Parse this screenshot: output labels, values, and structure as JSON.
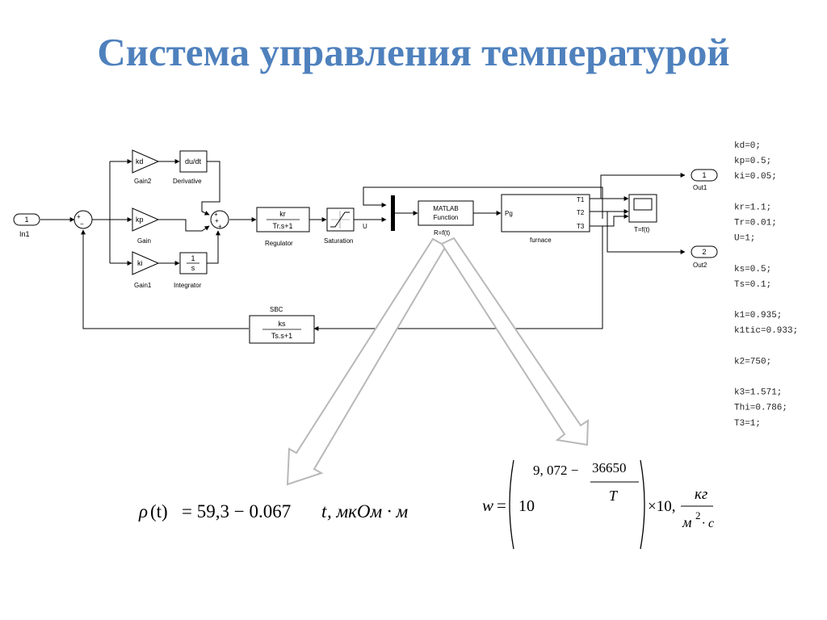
{
  "title": "Система управления температурой",
  "blocks": {
    "in1_port": "1",
    "in1_label": "In1",
    "sum1_plus": "+",
    "sum1_minus": "−",
    "gain2_value": "kd",
    "gain2_label": "Gain2",
    "derivative_value": "du/dt",
    "derivative_label": "Derivative",
    "gain_value": "kp",
    "gain_label": "Gain",
    "gain1_value": "ki",
    "gain1_label": "Gain1",
    "integrator_num": "1",
    "integrator_den": "s",
    "integrator_label": "Integrator",
    "sum2_plus": "+",
    "regulator_num": "kr",
    "regulator_den": "Tr.s+1",
    "regulator_label": "Regulator",
    "saturation_label": "Saturation",
    "u_label": "U",
    "matlab_line1": "MATLAB",
    "matlab_line2": "Function",
    "matlab_label": "R=f(t)",
    "furnace_in": "Pg",
    "furnace_t1": "T1",
    "furnace_t2": "T2",
    "furnace_t3": "T3",
    "furnace_label": "furnace",
    "scope_label": "T=f(t)",
    "out1_port": "1",
    "out1_label": "Out1",
    "out2_port": "2",
    "out2_label": "Out2",
    "sbc_label": "SBC",
    "sbc_num": "ks",
    "sbc_den": "Ts.s+1"
  },
  "params": [
    "kd=0;",
    "kp=0.5;",
    "ki=0.05;",
    "",
    "kr=1.1;",
    "Tr=0.01;",
    "U=1;",
    "",
    "ks=0.5;",
    "Ts=0.1;",
    "",
    "k1=0.935;",
    "k1tic=0.933;",
    "",
    "k2=750;",
    "",
    "k3=1.571;",
    "Thi=0.786;",
    "T3=1;"
  ],
  "formula_rho": {
    "rho": "ρ",
    "t_arg": "(t)",
    "eq": "= 59,3 − 0.067",
    "t_var": "t",
    "unit": ", мкОм · м"
  },
  "formula_w": {
    "w": "w",
    "eq": "=",
    "base": "10",
    "exp_const": "9, 072 −",
    "exp_num": "36650",
    "exp_den": "T",
    "times": "×10,",
    "unit_num": "кг",
    "unit_den_m": "м",
    "unit_den_sup": "2",
    "unit_den_rest": "· с"
  },
  "colors": {
    "title": "#4f81bd",
    "arrow_outline": "#b8b8b8"
  }
}
